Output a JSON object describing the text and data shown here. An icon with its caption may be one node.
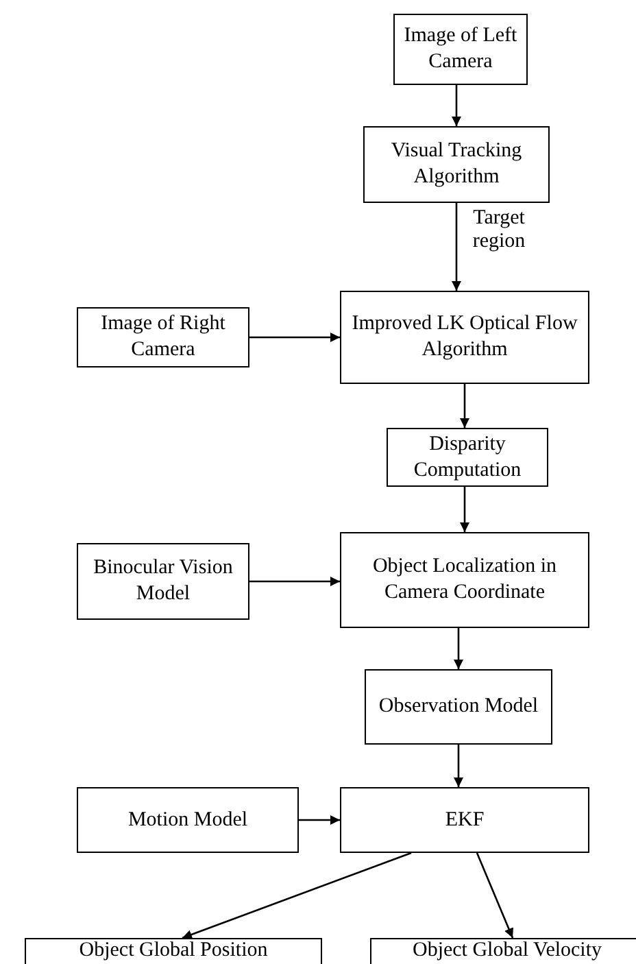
{
  "diagram": {
    "nodes": [
      {
        "text": [
          "Image of Left Camera"
        ]
      },
      {
        "text": [
          "Visual Tracking Algorithm"
        ]
      },
      {
        "text": [
          "Image of Right Camera"
        ]
      },
      {
        "text": [
          "Improved LK Optical Flow Algorithm"
        ]
      },
      {
        "text": [
          "Disparity Computation"
        ]
      },
      {
        "text": [
          "Binocular Vision Model"
        ]
      },
      {
        "text": [
          "Object Localization in Camera Coordinate"
        ]
      },
      {
        "text": [
          "Observation Model"
        ]
      },
      {
        "text": [
          "Motion Model"
        ]
      },
      {
        "text": [
          "EKF"
        ]
      },
      {
        "text": [
          "Object Global Position"
        ]
      },
      {
        "text": [
          "Object Global Velocity"
        ]
      }
    ],
    "edges": [
      {
        "from": 0,
        "to": 1,
        "arrow": "to"
      },
      {
        "from": 1,
        "to": 3,
        "arrow": "to",
        "label": "Target region"
      },
      {
        "from": 2,
        "to": 3,
        "arrow": "to"
      },
      {
        "from": 3,
        "to": 4,
        "arrow": "to"
      },
      {
        "from": 4,
        "to": 6,
        "arrow": "to"
      },
      {
        "from": 5,
        "to": 6,
        "arrow": "to"
      },
      {
        "from": 6,
        "to": 7,
        "arrow": "to"
      },
      {
        "from": 7,
        "to": 9,
        "arrow": "to"
      },
      {
        "from": 8,
        "to": 9,
        "arrow": "to"
      },
      {
        "from": 9,
        "to": 10,
        "arrow": "to"
      },
      {
        "from": 9,
        "to": 11,
        "arrow": "to"
      }
    ]
  }
}
